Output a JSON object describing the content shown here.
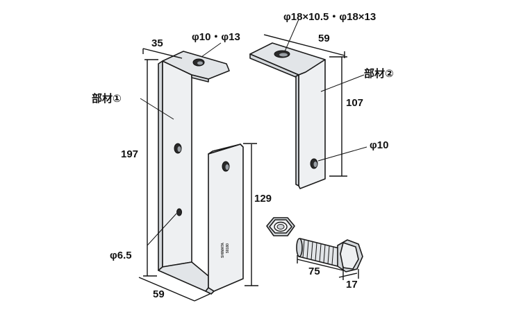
{
  "part1": {
    "name": "部材①",
    "width_top": "35",
    "hole_top": "φ10・φ13",
    "height": "197",
    "inner_height": "129",
    "hole_small": "φ6.5",
    "width_bottom": "59",
    "stamp_line1": "SHIMATA",
    "stamp_line2": "50180"
  },
  "part2": {
    "name": "部材②",
    "slot": "φ18×10.5・φ18×13",
    "width_top": "59",
    "height": "107",
    "hole": "φ10"
  },
  "bolt": {
    "length": "75",
    "head": "17"
  }
}
